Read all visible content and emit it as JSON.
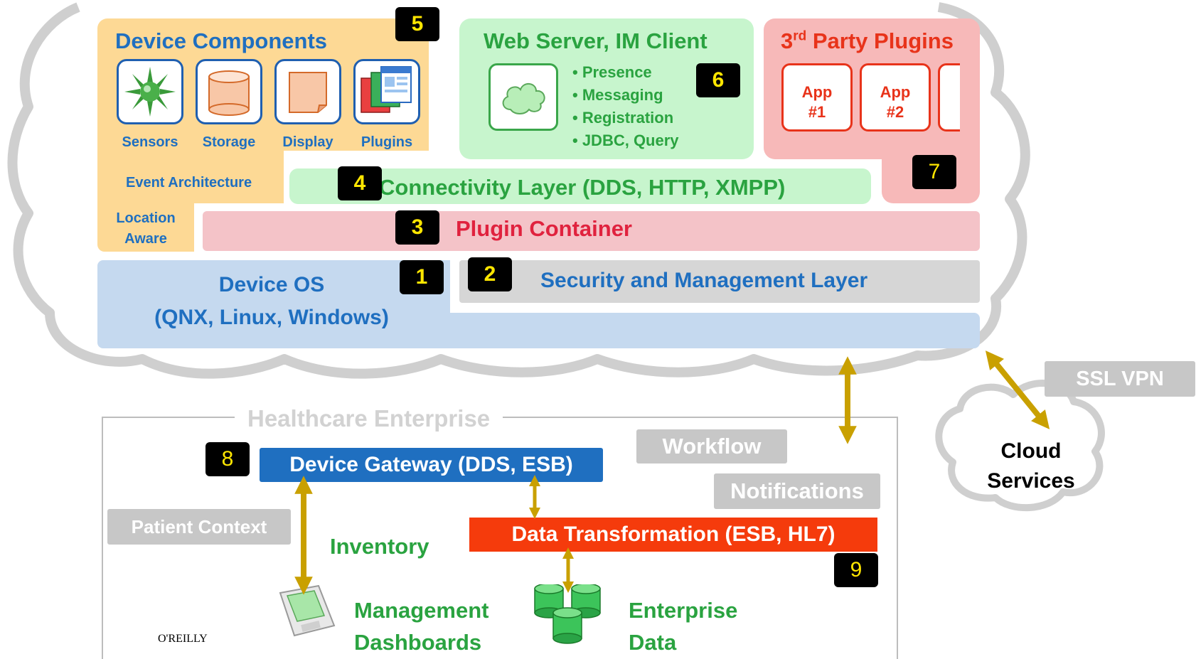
{
  "device_components": {
    "title": "Device Components",
    "badge": "5",
    "items": [
      {
        "label": "Sensors",
        "icon": "sensor-icon"
      },
      {
        "label": "Storage",
        "icon": "storage-icon"
      },
      {
        "label": "Display",
        "icon": "display-icon"
      },
      {
        "label": "Plugins",
        "icon": "plugins-icon"
      }
    ],
    "event_architecture": "Event Architecture",
    "location_aware_line1": "Location",
    "location_aware_line2": "Aware"
  },
  "web_server": {
    "title": "Web Server, IM Client",
    "badge": "6",
    "bullets": [
      "• Presence",
      "• Messaging",
      "• Registration",
      "• JDBC, Query"
    ]
  },
  "third_party": {
    "title_main": "3",
    "title_sup": "rd",
    "title_rest": " Party Plugins",
    "badge": "7",
    "apps": [
      {
        "line1": "App",
        "line2": "#1"
      },
      {
        "line1": "App",
        "line2": "#2"
      }
    ]
  },
  "connectivity": {
    "badge": "4",
    "label": "Connectivity Layer (DDS, HTTP, XMPP)"
  },
  "plugin_container": {
    "badge": "3",
    "label": "Plugin Container"
  },
  "device_os": {
    "badge": "1",
    "line1": "Device OS",
    "line2": "(QNX, Linux, Windows)"
  },
  "security": {
    "badge": "2",
    "label": "Security and Management Layer"
  },
  "ssl_vpn": "SSL VPN",
  "cloud_services": {
    "line1": "Cloud",
    "line2": "Services"
  },
  "enterprise": {
    "title": "Healthcare Enterprise",
    "gateway": {
      "badge": "8",
      "label": "Device Gateway (DDS, ESB)"
    },
    "workflow": "Workflow",
    "notifications": "Notifications",
    "patient_context": "Patient Context",
    "inventory": "Inventory",
    "transformation": {
      "badge": "9",
      "label": "Data Transformation (ESB, HL7)"
    },
    "dashboards_line1": "Management",
    "dashboards_line2": "Dashboards",
    "enterprise_line1": "Enterprise",
    "enterprise_line2": "Data"
  },
  "publisher_logo": "O'REILLY",
  "colors": {
    "blue": "#1f6fc0",
    "green": "#2aa340",
    "red": "#e8331a",
    "gold_arrow": "#c9a000",
    "badge_text": "#ffe600"
  }
}
